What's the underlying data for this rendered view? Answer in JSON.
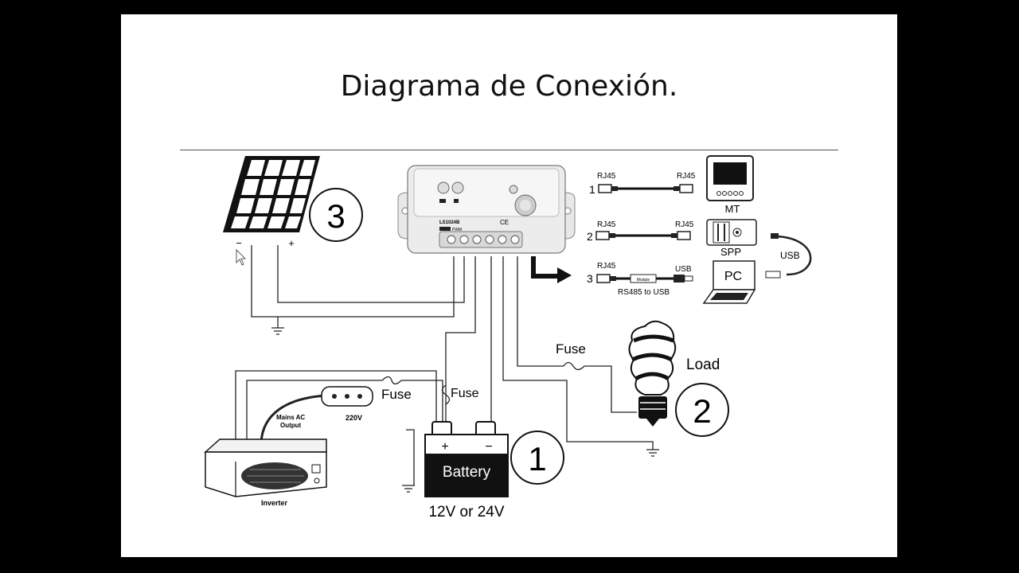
{
  "slide": {
    "title": "Diagrama de Conexión."
  },
  "diagram": {
    "badges": {
      "battery": "1",
      "load": "2",
      "solar": "3"
    },
    "controller": {
      "model": "LS1024B",
      "subtitle": "PWM",
      "ce_mark": "CE"
    },
    "comm": {
      "row1": {
        "num": "1",
        "left": "RJ45",
        "right": "RJ45",
        "device": "MT"
      },
      "row2": {
        "num": "2",
        "left": "RJ45",
        "right": "RJ45",
        "device": "SPP"
      },
      "row3": {
        "num": "3",
        "left": "RJ45",
        "right": "USB",
        "module": "Module",
        "caption": "RS485 to USB",
        "device": "PC"
      },
      "usb_label": "USB"
    },
    "solar": {
      "minus": "−",
      "plus": "+"
    },
    "fuse_load": "Fuse",
    "fuse_battery": "Fuse",
    "fuse_inverter": "Fuse",
    "load_label": "Load",
    "battery": {
      "plus": "+",
      "minus": "−",
      "label": "Battery",
      "voltage": "12V or 24V"
    },
    "inverter": {
      "label": "Inverter",
      "mains": "Mains AC\nOutput",
      "mains_line1": "Mains AC",
      "mains_line2": "Output",
      "socket_voltage": "220V"
    }
  }
}
